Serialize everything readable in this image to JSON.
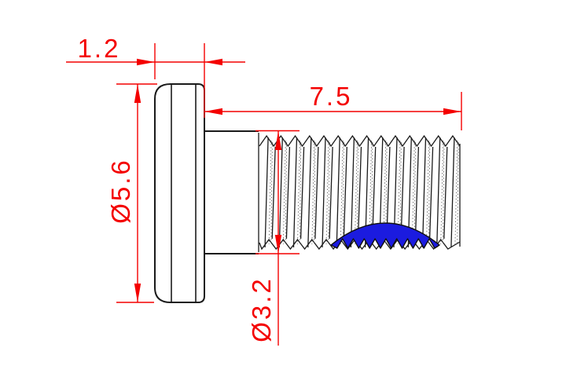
{
  "drawing": {
    "dimensions": {
      "head_thickness": "1.2",
      "thread_length": "7.5",
      "head_diameter": "Ø5.6",
      "shank_diameter": "Ø3.2"
    },
    "colors": {
      "dimension": "#f40000",
      "outline": "#1a1a1a",
      "highlight": "#1b1bdf",
      "background": "#ffffff"
    }
  }
}
